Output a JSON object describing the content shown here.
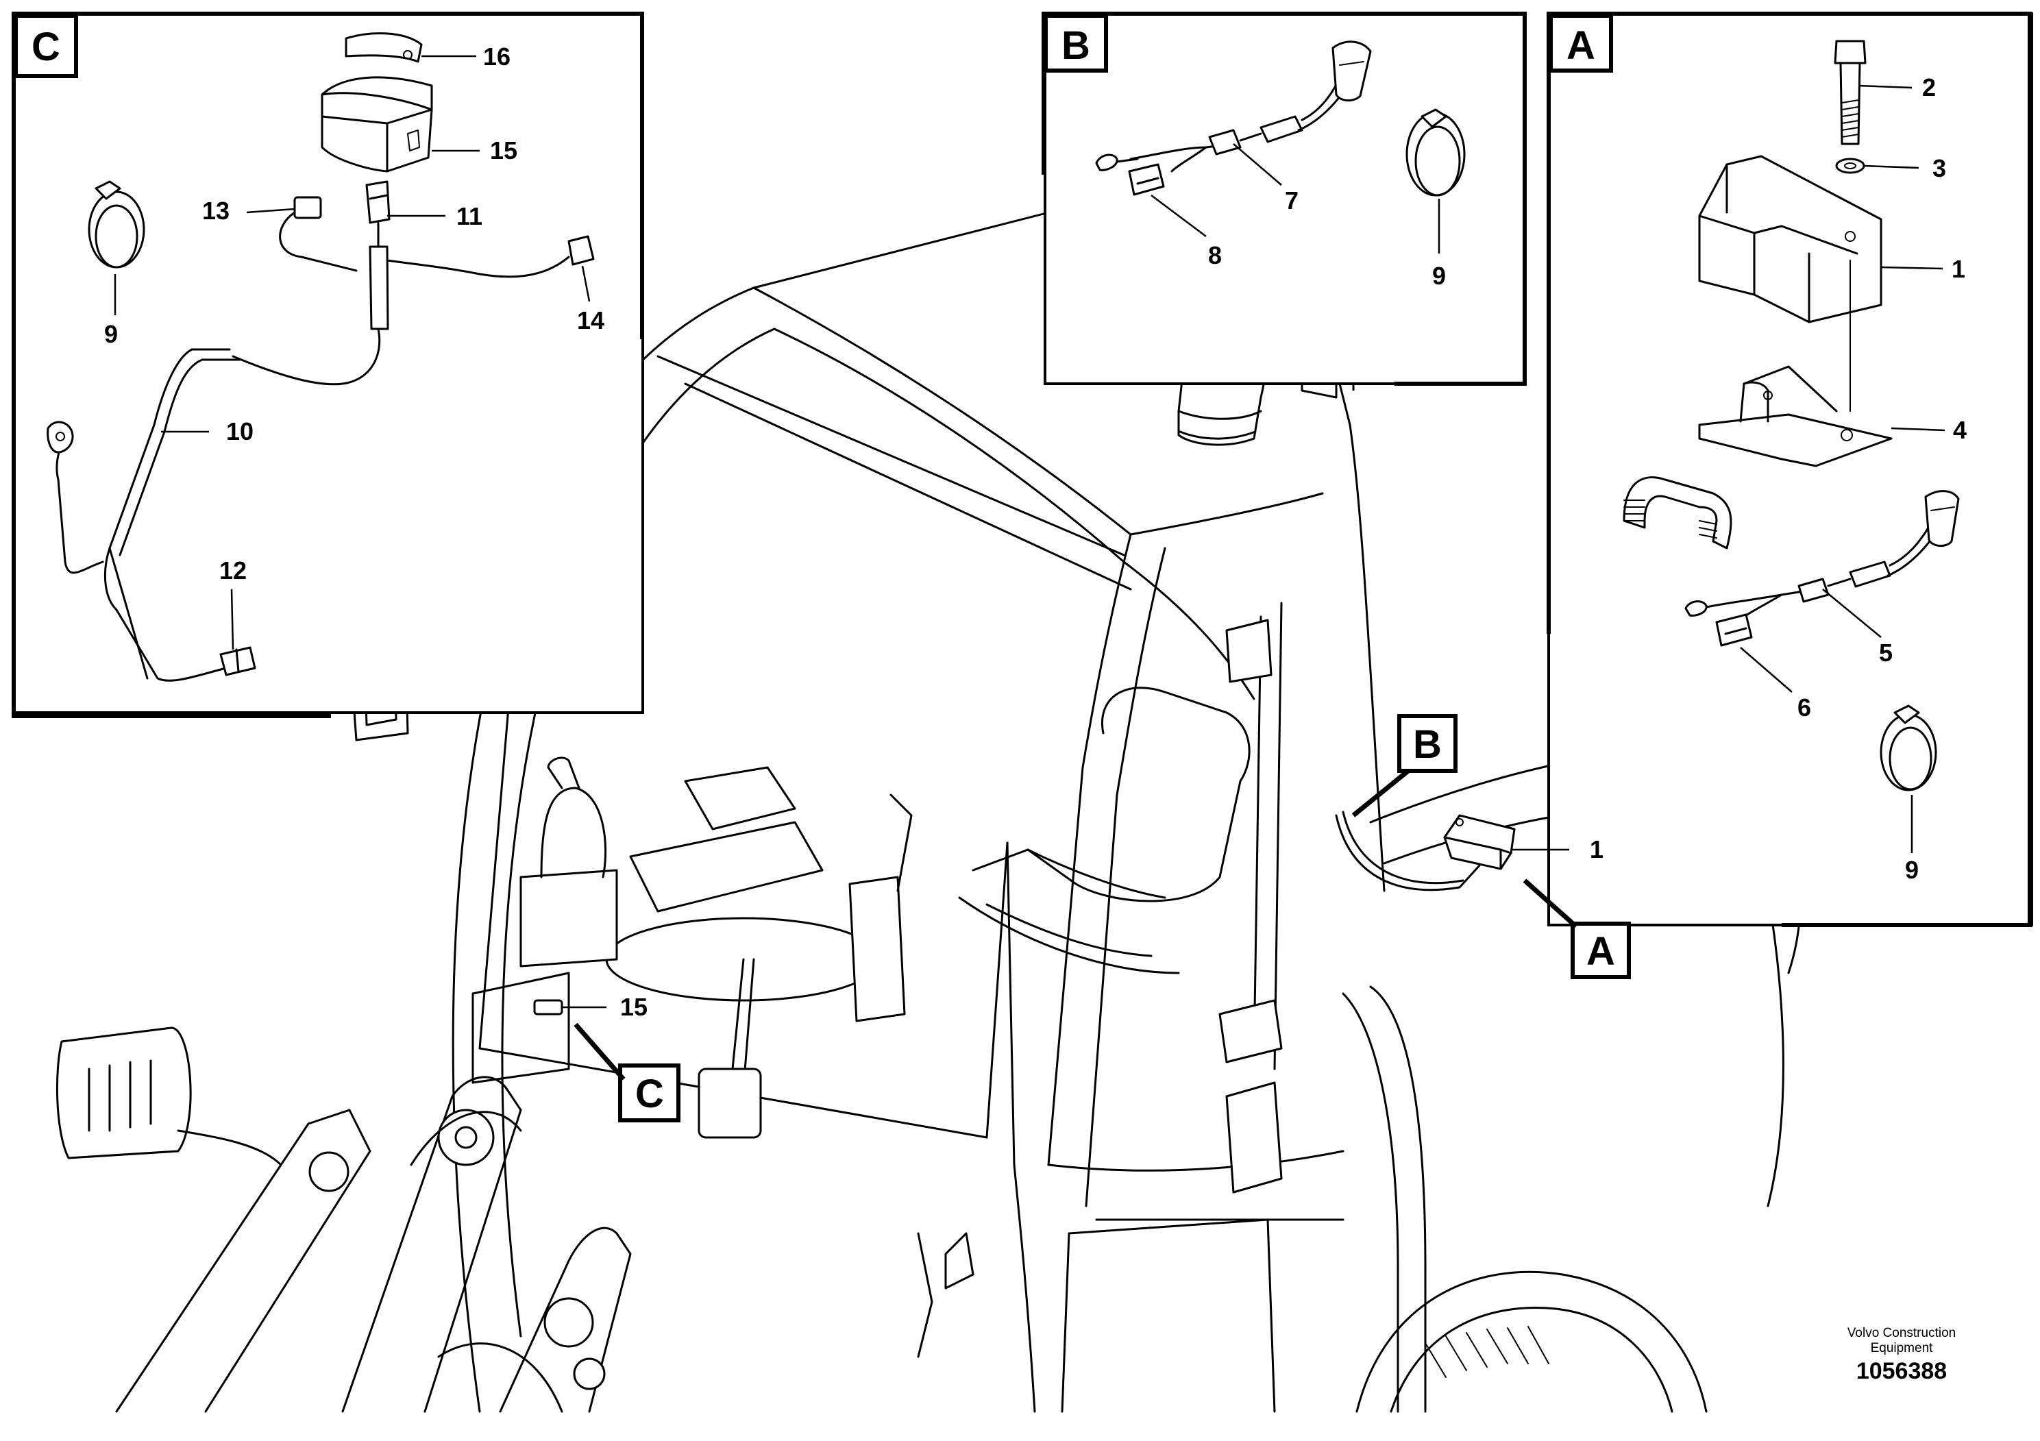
{
  "inset_letters": {
    "c": "C",
    "b": "B",
    "a": "A"
  },
  "callout_letters": {
    "b": "B",
    "a": "A",
    "c": "C"
  },
  "part_numbers": {
    "inset_c": {
      "p16": "16",
      "p15": "15",
      "p13": "13",
      "p11": "11",
      "p9": "9",
      "p14": "14",
      "p10": "10",
      "p12": "12"
    },
    "inset_b": {
      "p7": "7",
      "p8": "8",
      "p9": "9"
    },
    "inset_a": {
      "p2": "2",
      "p3": "3",
      "p1": "1",
      "p4": "4",
      "p5": "5",
      "p6": "6",
      "p9": "9"
    },
    "main": {
      "p1": "1",
      "p15": "15"
    }
  },
  "credit": {
    "line1": "Volvo Construction",
    "line2": "Equipment",
    "drawing_number": "1056388"
  }
}
